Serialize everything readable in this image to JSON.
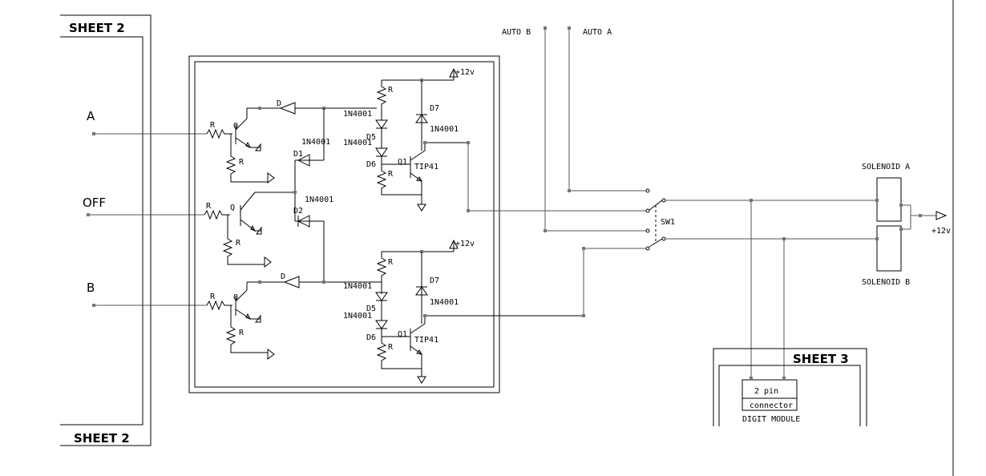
{
  "sheet_refs": {
    "top_left": "SHEET 2",
    "bottom_left": "SHEET 2",
    "right": "SHEET 3"
  },
  "inputs": {
    "a": "A",
    "off": "OFF",
    "b": "B"
  },
  "labels": {
    "r": "R",
    "q": "Q",
    "d": "D",
    "d1": "D1",
    "d2": "D2",
    "d5": "D5",
    "d6": "D6",
    "d7": "D7",
    "q1": "Q1",
    "diode": "1N4001",
    "transistor": "TIP41",
    "plus12": "+12v"
  },
  "switch": {
    "auto_b": "AUTO B",
    "auto_a": "AUTO A",
    "sw1": "SW1"
  },
  "solenoids": {
    "a": "SOLENOID A",
    "b": "SOLENOID B",
    "supply": "+12v"
  },
  "connector": {
    "pins": "2 pin",
    "name": "connector",
    "module": "DIGIT MODULE"
  }
}
